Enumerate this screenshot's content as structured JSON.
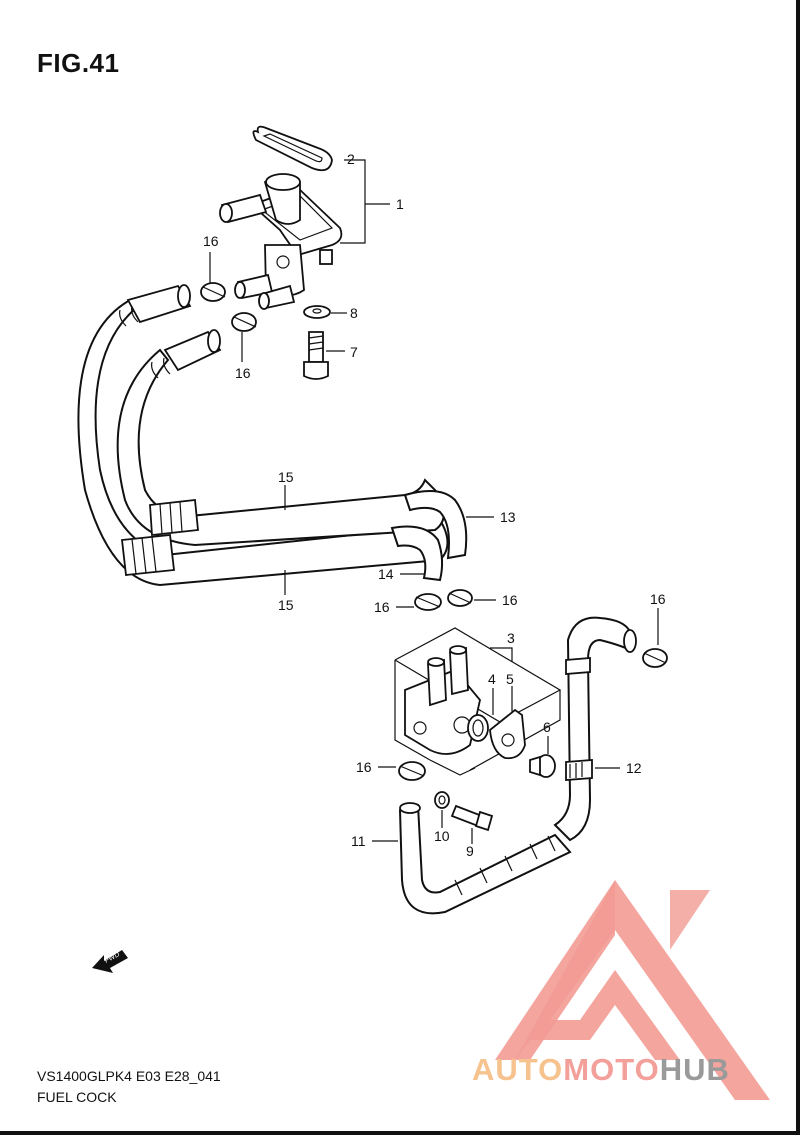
{
  "figure": {
    "title": "FIG.41",
    "model_code": "VS1400GLPK4 E03 E28_041",
    "section_name": "FUEL COCK"
  },
  "fwd_marker": {
    "label": "FWD"
  },
  "callouts": {
    "c1": "1",
    "c2": "2",
    "c3": "3",
    "c4": "4",
    "c5": "5",
    "c6": "6",
    "c7": "7",
    "c8": "8",
    "c9": "9",
    "c10": "10",
    "c11": "11",
    "c12": "12",
    "c13": "13",
    "c14": "14",
    "c15a": "15",
    "c15b": "15",
    "c16a": "16",
    "c16b": "16",
    "c16c": "16",
    "c16d": "16",
    "c16e": "16",
    "c16f": "16"
  },
  "watermark": {
    "part1": "AUTO",
    "part2": "MOTO",
    "part3": "HUB",
    "colors": {
      "auto": "#f6c28d",
      "moto": "#f3a09a",
      "hub": "#9a9a9a",
      "emblem": "#f29b94"
    }
  }
}
